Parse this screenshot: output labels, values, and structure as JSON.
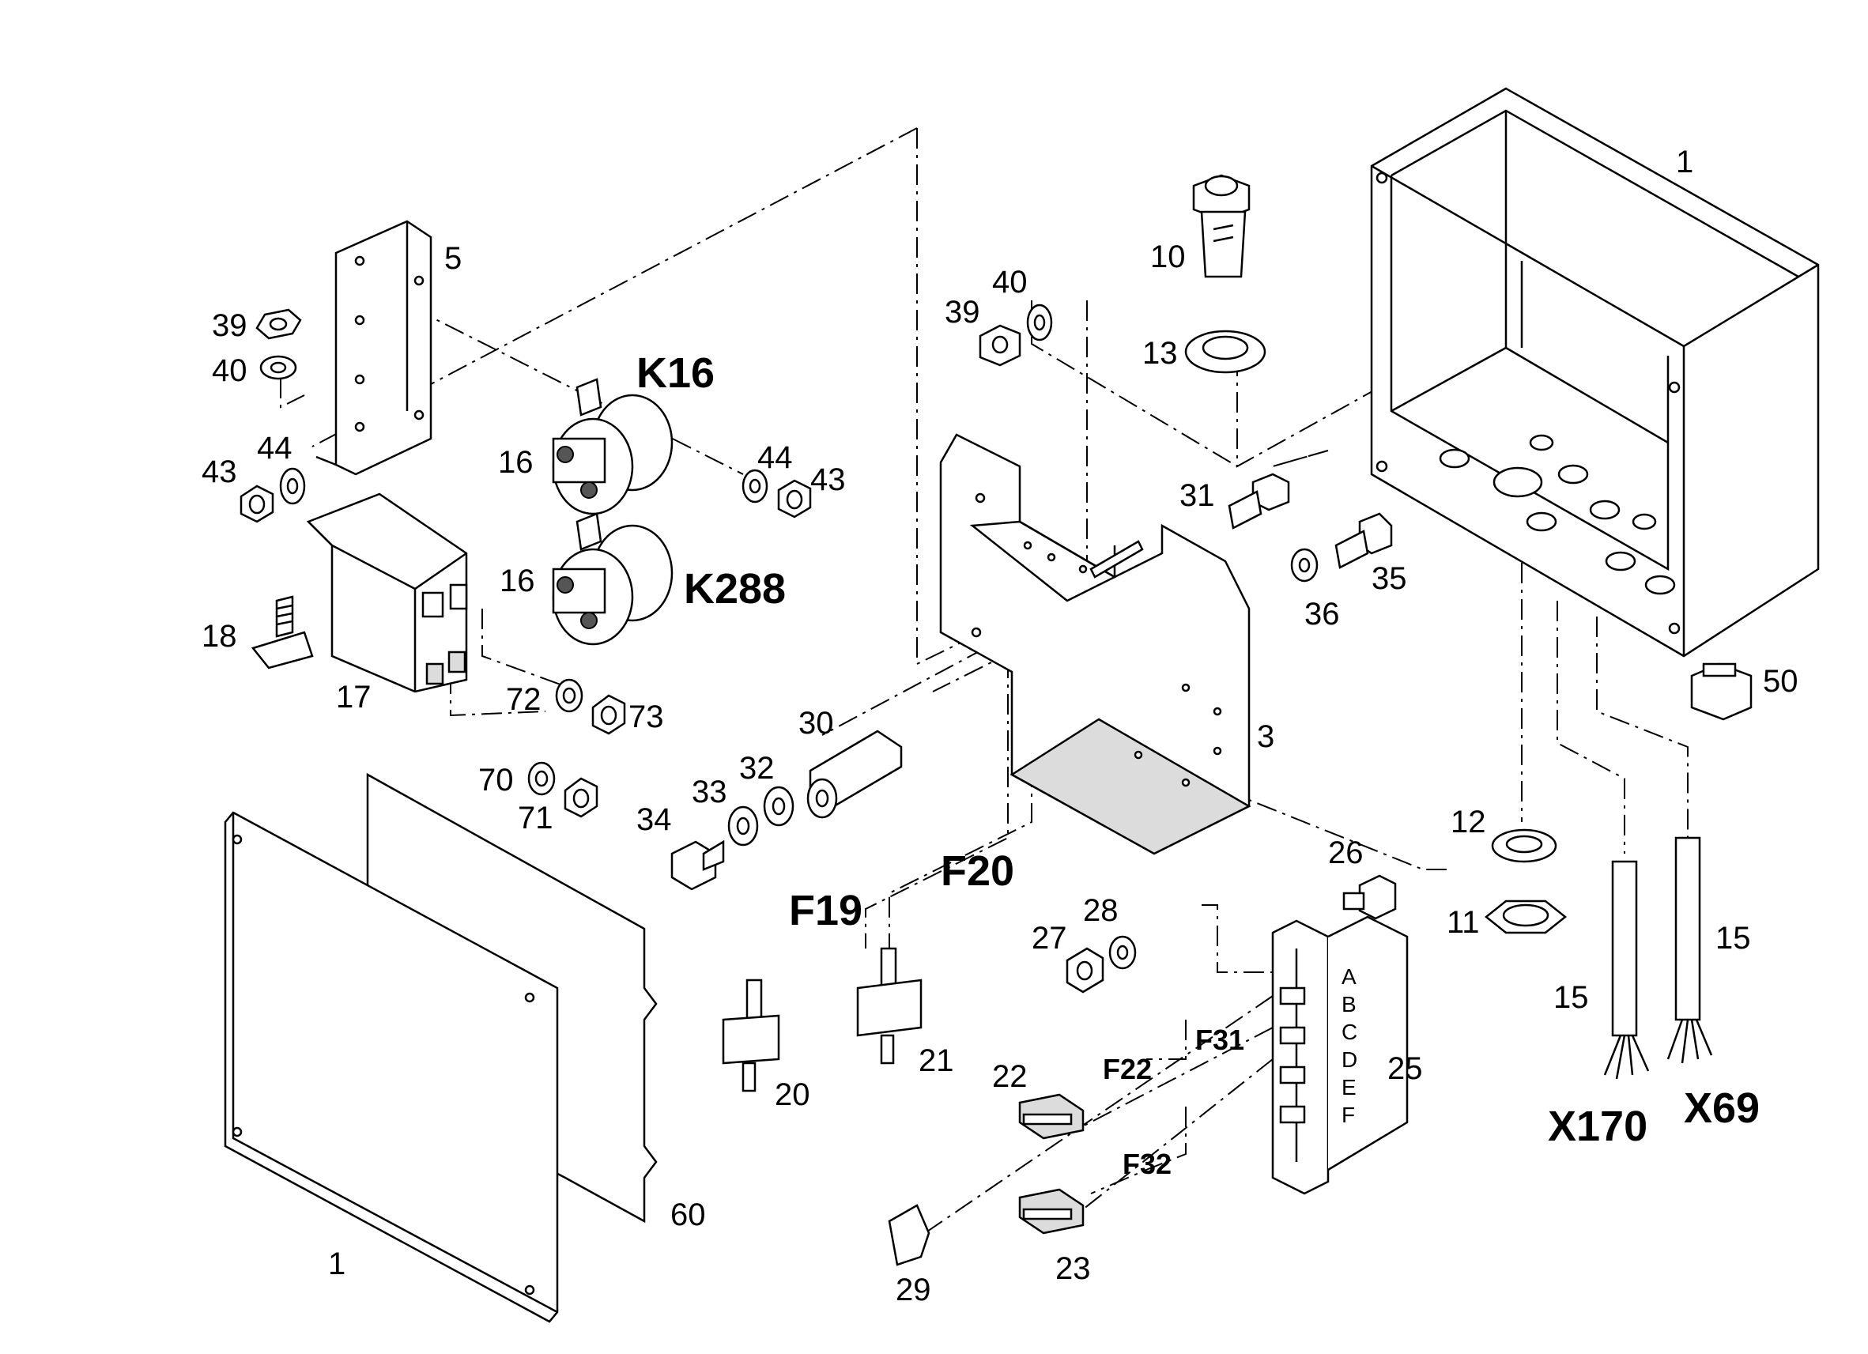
{
  "diagram": {
    "labels": {
      "box_1": "1",
      "cover_1": "1",
      "p3": "3",
      "p5": "5",
      "p10": "10",
      "p11": "11",
      "p12": "12",
      "p13": "13",
      "p15a": "15",
      "p15b": "15",
      "p16a": "16",
      "p16b": "16",
      "p17": "17",
      "p18": "18",
      "p20": "20",
      "p21": "21",
      "p22": "22",
      "p23": "23",
      "p25": "25",
      "p26": "26",
      "p27": "27",
      "p28": "28",
      "p29": "29",
      "p30": "30",
      "p31": "31",
      "p32": "32",
      "p33": "33",
      "p34": "34",
      "p35": "35",
      "p36": "36",
      "p39a": "39",
      "p40a": "40",
      "p39b": "39",
      "p40b": "40",
      "p43a": "43",
      "p44a": "44",
      "p44b": "44",
      "p43b": "43",
      "p50": "50",
      "p60": "60",
      "p70": "70",
      "p71": "71",
      "p72": "72",
      "p73": "73"
    },
    "designators": {
      "k16": "K16",
      "k288": "K288",
      "f19": "F19",
      "f20": "F20",
      "f22": "F22",
      "f31": "F31",
      "f32": "F32",
      "x170": "X170",
      "x69": "X69"
    },
    "fuse_strip_letters": [
      "A",
      "B",
      "C",
      "D",
      "E",
      "F"
    ]
  }
}
